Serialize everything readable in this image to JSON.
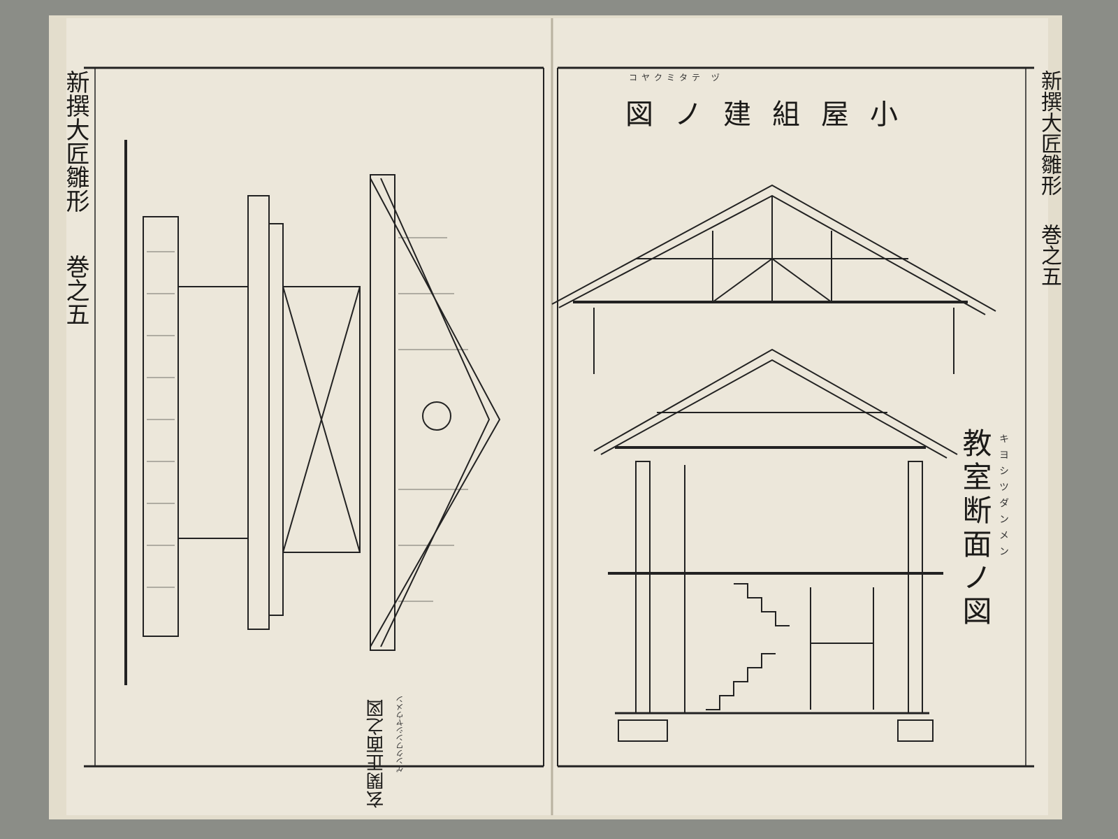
{
  "book": {
    "spine_title_left": "新撰大匠雛形",
    "volume_left": "巻之五",
    "spine_title_right": "新撰大匠雛形",
    "volume_right": "巻之五"
  },
  "left_page": {
    "caption": "玄関正面之図",
    "caption_reading": "ゲンクワンシヤウメン"
  },
  "right_page": {
    "title": "小屋組建ノ図",
    "title_reading": "コヤクミタテ ヅ",
    "caption": "教室断面ノ図",
    "caption_reading": "キヨシツダンメン"
  },
  "colors": {
    "background": "#8b8d87",
    "paper": "#ebe6d8",
    "ink": "#1b1a18"
  }
}
